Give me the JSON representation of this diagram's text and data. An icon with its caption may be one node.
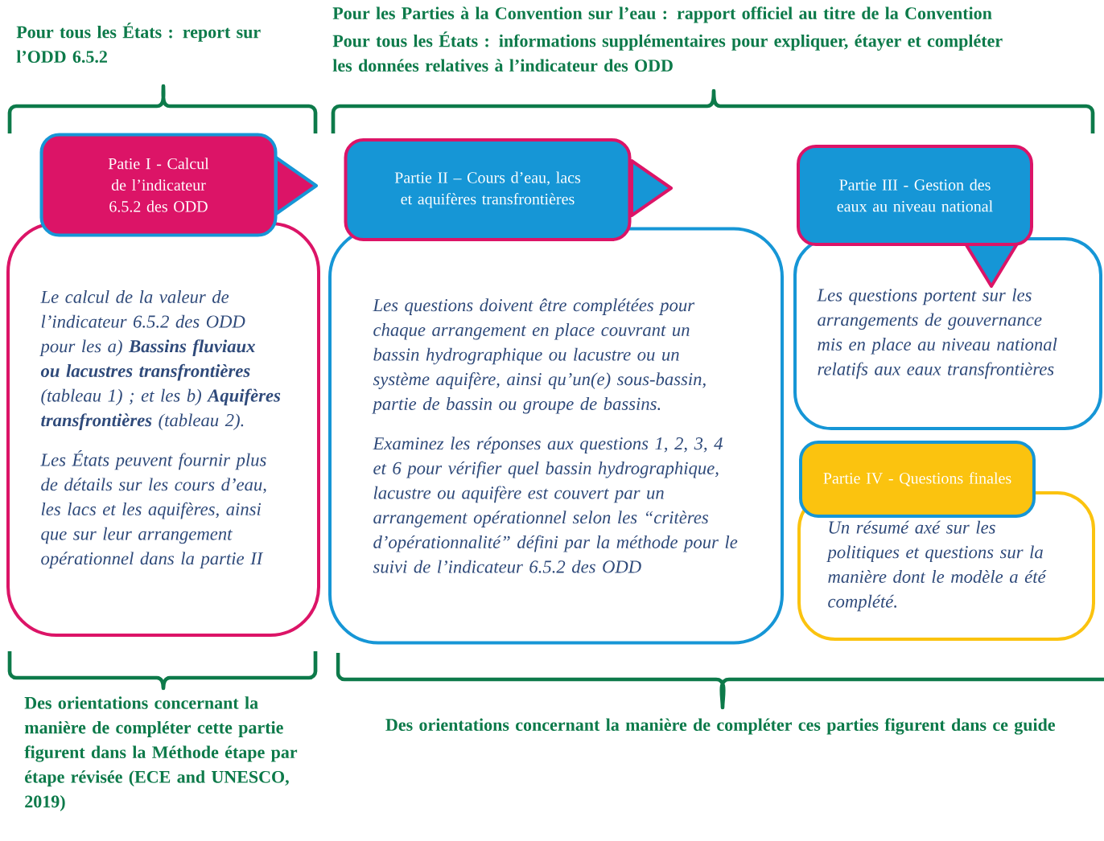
{
  "diagram": {
    "nodes": [
      {
        "text": [
          "Patie I - Calcul de l’indicateur 6.5.2 des ODD"
        ]
      },
      {
        "text": [
          "Le calcul de la valeur de l’indicateur 6.5.2 des ODD pour les a) **Bassins fluviaux ou lacustres transfrontières** (tableau 1) ; et les b) **Aquifères transfrontières** (tableau 2).",
          "Les États peuvent fournir plus de détails sur les cours d’eau, les lacs et les aquifères, ainsi que sur leur arrangement opérationnel dans la partie II"
        ]
      },
      {
        "text": [
          "Partie II – Cours d’eau, lacs et aquifères transfrontières"
        ]
      },
      {
        "text": [
          "Les questions doivent être complétées pour chaque arrangement en place couvrant un bassin hydrographique ou lacustre ou un système aquifère, ainsi qu’un(e) sous-bassin, partie de bassin ou groupe de bassins.",
          "Examinez les réponses aux questions 1, 2, 3, 4 et 6 pour vérifier quel bassin hydrographique, lacustre ou aquifère est couvert par un arrangement opérationnel selon les “critères d’opérationnalité” défini par la méthode pour le suivi de l’indicateur 6.5.2 des ODD"
        ]
      },
      {
        "text": [
          "Partie III - Gestion des eaux au niveau national"
        ]
      },
      {
        "text": [
          "Les questions portent sur les arrangements de gouvernance mis en place au niveau national relatifs aux eaux transfrontières"
        ]
      },
      {
        "text": [
          "Partie IV - Questions finales"
        ]
      },
      {
        "text": [
          "Un résumé axé sur les politiques et questions sur la manière dont le modèle a été complété."
        ]
      }
    ],
    "labels": [
      "Pour tous les États : report sur l’ODD 6.5.2",
      "Pour les Parties à la Convention sur l’eau : rapport officiel au titre de la Convention",
      "Pour tous les États : informations supplémentaires pour expliquer, étayer et compléter les données relatives à l’indicateur des ODD",
      "Des orientations concernant la manière de compléter cette partie figurent dans la Méthode étape par étape révisée (ECE and UNESCO, 2019)",
      "Des orientations concernant la manière de compléter ces parties figurent dans ce guide"
    ]
  }
}
